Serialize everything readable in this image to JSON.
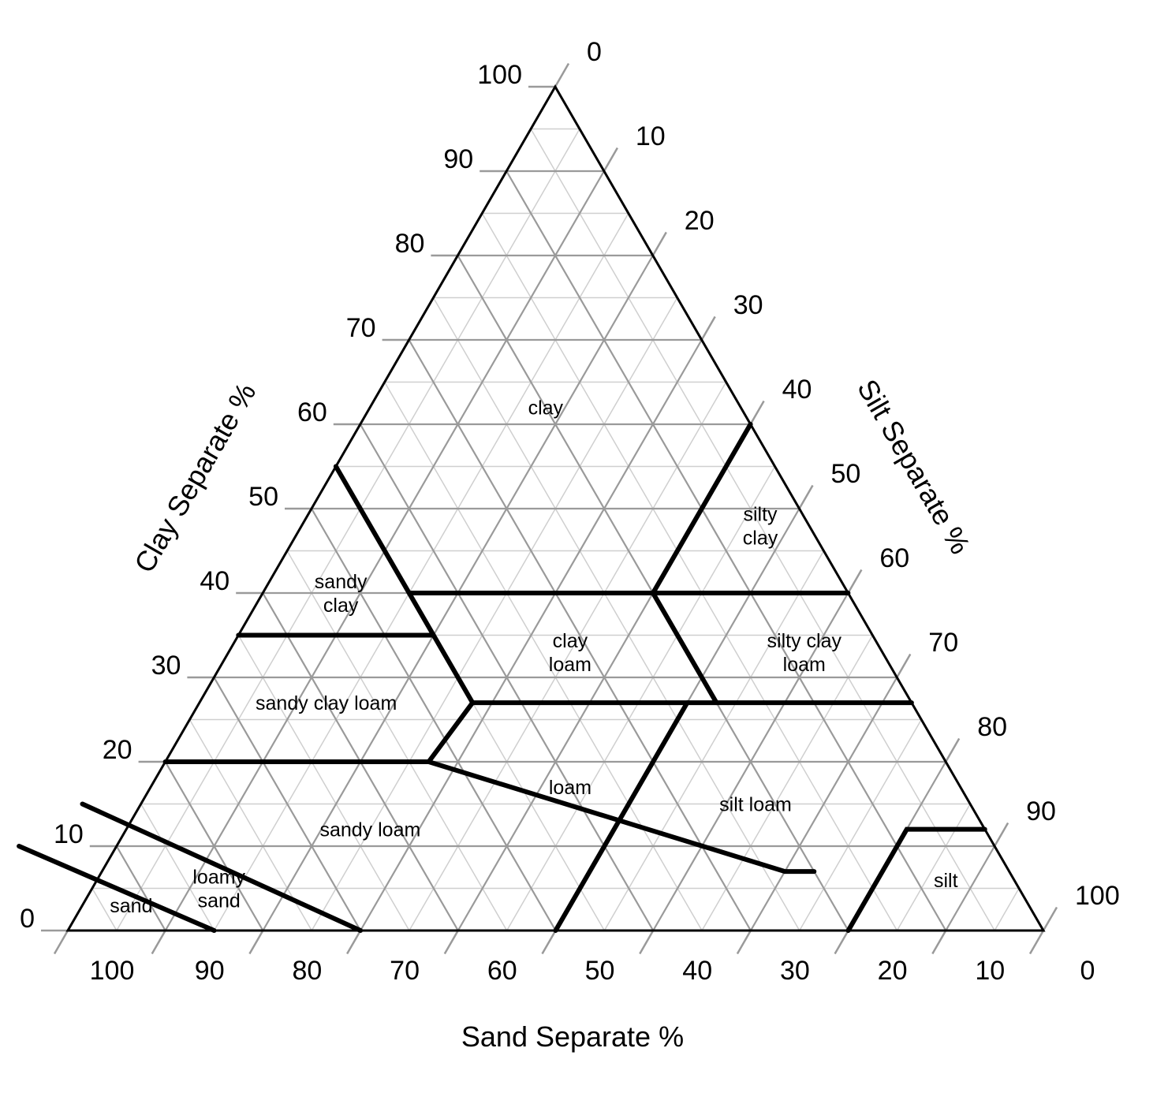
{
  "axes": {
    "sand_title": "Sand Separate %",
    "clay_title": "Clay Separate %",
    "silt_title": "Silt Separate %",
    "sand_ticks": [
      "100",
      "90",
      "80",
      "70",
      "60",
      "50",
      "40",
      "30",
      "20",
      "10",
      "0"
    ],
    "clay_ticks": [
      "0",
      "10",
      "20",
      "30",
      "40",
      "50",
      "60",
      "70",
      "80",
      "90",
      "100"
    ],
    "silt_ticks": [
      "0",
      "10",
      "20",
      "30",
      "40",
      "50",
      "60",
      "70",
      "80",
      "90",
      "100"
    ]
  },
  "style": {
    "grid_major_color": "#9a9a9a",
    "grid_minor_color": "#cfcfcf",
    "boundary_color": "#000000",
    "outline_color": "#000000"
  },
  "regions": [
    {
      "id": "clay",
      "lines": [
        "clay"
      ],
      "at": {
        "sand": 20,
        "clay": 62
      }
    },
    {
      "id": "sandy-clay",
      "lines": [
        "sandy",
        "clay"
      ],
      "at": {
        "sand": 52,
        "clay": 40
      }
    },
    {
      "id": "silty-clay",
      "lines": [
        "silty",
        "clay"
      ],
      "at": {
        "sand": 5,
        "clay": 48
      }
    },
    {
      "id": "clay-loam",
      "lines": [
        "clay",
        "loam"
      ],
      "at": {
        "sand": 32,
        "clay": 33
      }
    },
    {
      "id": "silty-clay-loam",
      "lines": [
        "silty clay",
        "loam"
      ],
      "at": {
        "sand": 8,
        "clay": 33
      }
    },
    {
      "id": "sandy-clay-loam",
      "lines": [
        "sandy clay loam"
      ],
      "at": {
        "sand": 60,
        "clay": 27
      }
    },
    {
      "id": "loam",
      "lines": [
        "loam"
      ],
      "at": {
        "sand": 40,
        "clay": 17
      }
    },
    {
      "id": "silt-loam",
      "lines": [
        "silt loam"
      ],
      "at": {
        "sand": 22,
        "clay": 15
      }
    },
    {
      "id": "sandy-loam",
      "lines": [
        "sandy loam"
      ],
      "at": {
        "sand": 63,
        "clay": 12
      }
    },
    {
      "id": "loamy-sand",
      "lines": [
        "loamy",
        "sand"
      ],
      "at": {
        "sand": 82,
        "clay": 5
      }
    },
    {
      "id": "sand",
      "lines": [
        "sand"
      ],
      "at": {
        "sand": 92,
        "clay": 3
      }
    },
    {
      "id": "silt",
      "lines": [
        "silt"
      ],
      "at": {
        "sand": 7,
        "clay": 6
      }
    }
  ],
  "boundaries": [
    {
      "id": "sand-loamy-sand",
      "points": [
        [
          85,
          0
        ],
        [
          100,
          10
        ]
      ]
    },
    {
      "id": "loamy-sand-sandy-loam",
      "points": [
        [
          70,
          0
        ],
        [
          91,
          15
        ]
      ]
    },
    {
      "id": "sandy-loam-top",
      "points": [
        [
          80,
          20
        ],
        [
          53,
          20
        ]
      ]
    },
    {
      "id": "loam-left-lower",
      "points": [
        [
          53,
          20
        ],
        [
          23,
          7
        ],
        [
          20,
          7
        ]
      ]
    },
    {
      "id": "loam-left-upper",
      "points": [
        [
          53,
          20
        ],
        [
          45,
          27
        ]
      ]
    },
    {
      "id": "scl-sc",
      "points": [
        [
          65,
          35
        ],
        [
          45,
          35
        ]
      ]
    },
    {
      "id": "clay-sandy-clay",
      "points": [
        [
          45,
          55
        ],
        [
          45,
          27
        ]
      ]
    },
    {
      "id": "loam-top",
      "points": [
        [
          45,
          27
        ],
        [
          0,
          27
        ]
      ]
    },
    {
      "id": "clay-loam-top",
      "points": [
        [
          45,
          40
        ],
        [
          0,
          40
        ]
      ]
    },
    {
      "id": "silty-clay-clay",
      "points": [
        [
          0,
          60
        ],
        [
          20,
          40
        ]
      ]
    },
    {
      "id": "clay-loam-silty-clay-loam",
      "points": [
        [
          20,
          40
        ],
        [
          20,
          27
        ]
      ]
    },
    {
      "id": "silt-loam-boundary",
      "points": [
        [
          50,
          0
        ],
        [
          23,
          27
        ]
      ]
    },
    {
      "id": "silt-boundary",
      "points": [
        [
          20,
          0
        ],
        [
          8,
          12
        ],
        [
          0,
          12
        ]
      ]
    }
  ]
}
